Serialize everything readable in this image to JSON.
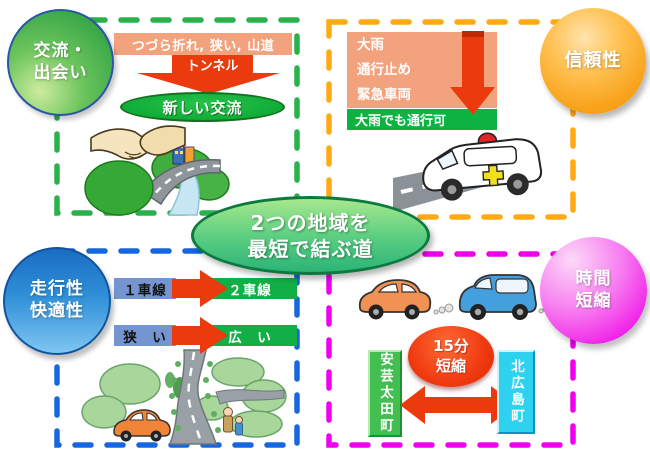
{
  "center_ellipse": {
    "line1": "2つの地域を",
    "line2": "最短で結ぶ道"
  },
  "quadrants": {
    "exchange": {
      "theme_line1": "交流・",
      "theme_line2": "出会い",
      "before": "つづら折れ, 狭い, 山道",
      "arrow_label": "トンネル",
      "after": "新しい交流"
    },
    "reliability": {
      "theme": "信頼性",
      "before_lines": [
        "大雨",
        "通行止め",
        "緊急車両"
      ],
      "after": "大雨でも通行可"
    },
    "comfort": {
      "theme_line1": "走行性",
      "theme_line2": "快適性",
      "rows": [
        {
          "before": "１車線",
          "after": "２車線"
        },
        {
          "before": "狭　い",
          "after": "広　い"
        }
      ]
    },
    "time": {
      "theme_line1": "時間",
      "theme_line2": "短縮",
      "badge_line1": "15分",
      "badge_line2": "短縮",
      "town_left": "安芸太田町",
      "town_right": "北広島町"
    }
  },
  "colors": {
    "exchange_accent": "#29b24a",
    "reliability_accent": "#ffaa14",
    "comfort_accent": "#1666e0",
    "time_accent": "#ee00ee",
    "before_fill": "#f2a37e",
    "result_green": "#0cb342",
    "arrow_red": "#ea3a0e",
    "lane_before_fill": "#7495cf",
    "town_left_fill": "#42bf50",
    "town_right_fill": "#2fd2ee"
  },
  "illustrations": {
    "exchange": "handshake-over-hills-and-road",
    "reliability": "ambulance-on-road",
    "comfort": "winding-mountain-road-with-car-and-pedestrians",
    "time": "two-cars-driving"
  }
}
